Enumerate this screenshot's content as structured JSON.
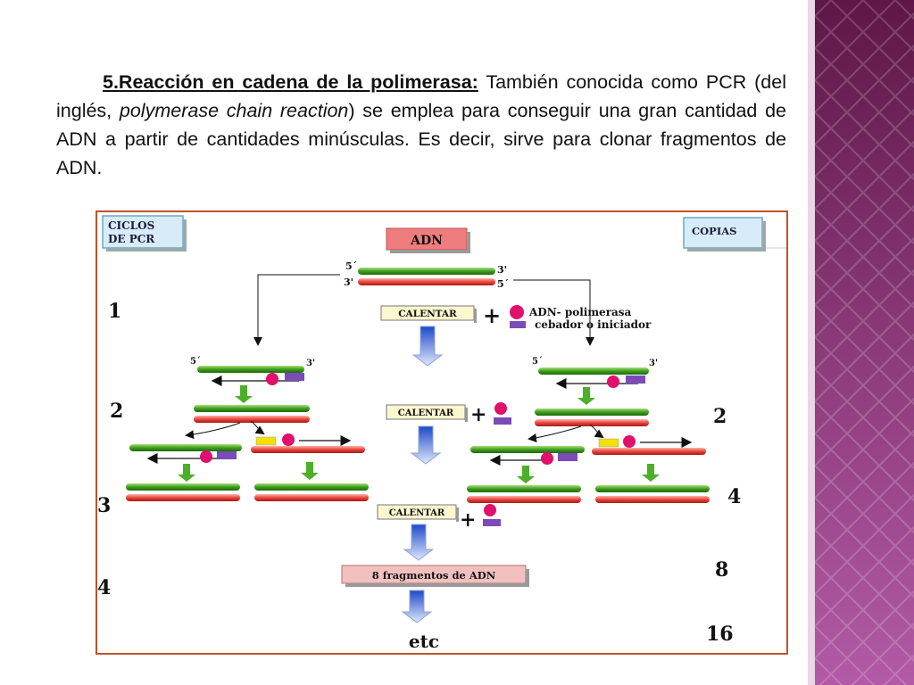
{
  "paragraph": {
    "heading": "5.Reacción en cadena de la polimerasa:",
    "part1": " También conocida como PCR (del inglés, ",
    "italic": "polymerase chain reaction",
    "part2": ") se emplea para conseguir una gran cantidad de ADN a partir de cantidades minúsculas. Es decir, sirve para clonar fragmentos de ADN."
  },
  "diagram": {
    "cycles_label_line1": "CICLOS",
    "cycles_label_line2": "DE PCR",
    "copies_label": "COPIAS",
    "adn_label": "ADN",
    "calentar": "CALENTAR",
    "polimerasa_label": "ADN- polimerasa",
    "cebador_label": "cebador o iniciador",
    "plus": "+",
    "end5": "5´",
    "end3": "3'",
    "end3b": "3'",
    "end5b": "5´",
    "fragments_label": "8 fragmentos de ADN",
    "etc": "etc",
    "cycle_numbers": [
      "1",
      "2",
      "3",
      "4"
    ],
    "copy_numbers": [
      "2",
      "4",
      "8",
      "16"
    ]
  },
  "colors": {
    "green_strand": "#4caf2a",
    "red_strand": "#e8453c",
    "primer": "#7b4bb8",
    "polymerase": "#e0106c",
    "yellow_primer": "#f2e000",
    "frame": "#c0522a"
  }
}
